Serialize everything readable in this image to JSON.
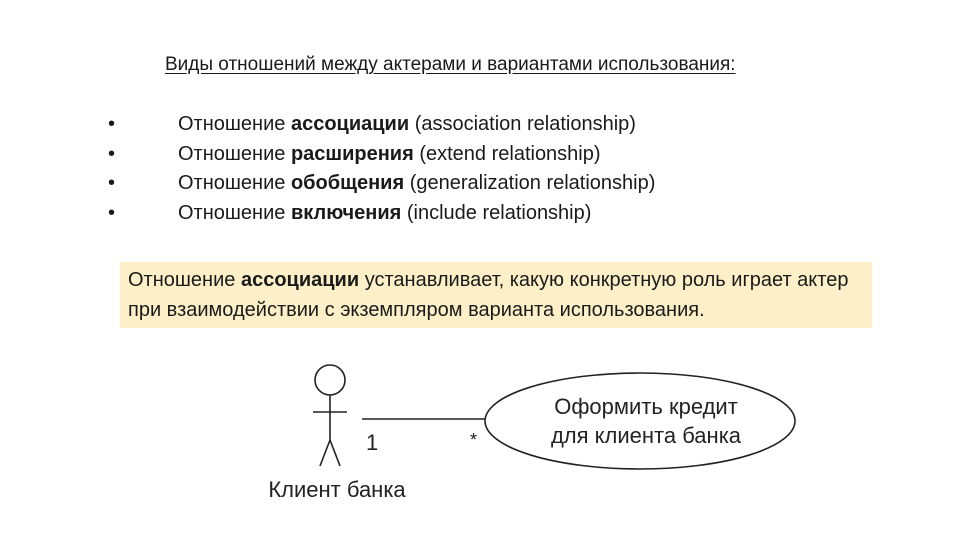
{
  "title": "Виды отношений между актерами и вариантами использования:",
  "bullet_symbol": "•",
  "bullets": [
    {
      "prefix": "Отношение ",
      "bold": "ассоциации",
      "suffix": " (association relationship)"
    },
    {
      "prefix": "Отношение ",
      "bold": "расширения",
      "suffix": " (extend relationship)"
    },
    {
      "prefix": "Отношение ",
      "bold": "обобщения",
      "suffix": " (generalization relationship)"
    },
    {
      "prefix": "Отношение ",
      "bold": "включения",
      "suffix": " (include relationship)"
    }
  ],
  "note": {
    "prefix": "Отношение ",
    "bold": "ассоциации",
    "suffix": " устанавливает, какую конкретную роль играет актер при взаимодействии с экземпляром варианта использования."
  },
  "note_background": "#fdf0c8",
  "diagram": {
    "actor_label": "Клиент банка",
    "multiplicity_actor": "1",
    "multiplicity_usecase": "*",
    "usecase_line1": "Оформить кредит",
    "usecase_line2": "для клиента банка"
  }
}
